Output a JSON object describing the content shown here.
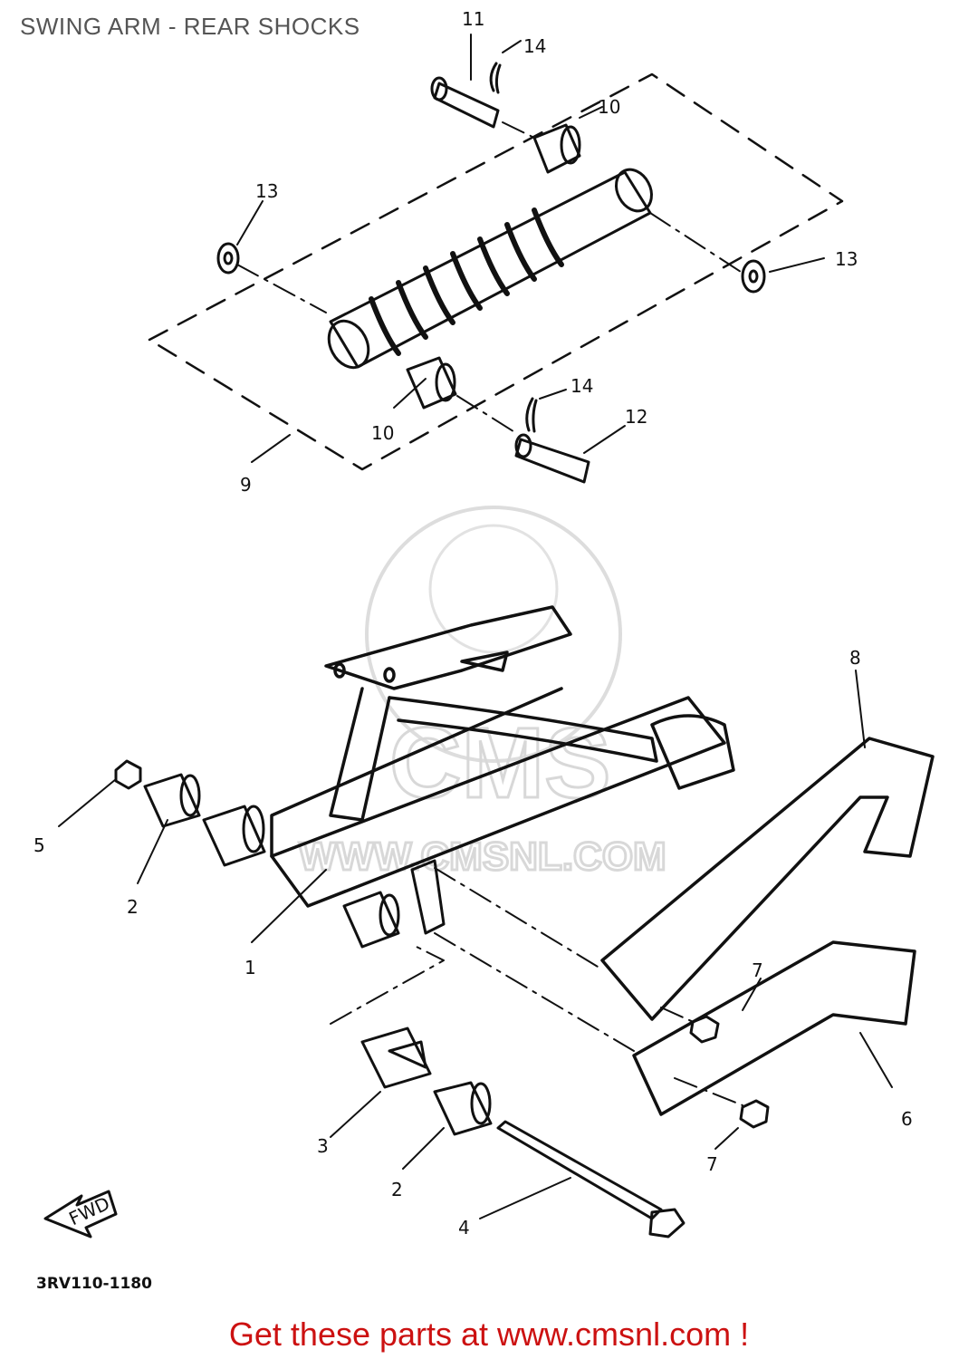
{
  "title": "SWING ARM - REAR SHOCKS",
  "diagram_code": "3RV110-1180",
  "fwd_label": "FWD",
  "watermark": {
    "logo": "CMS",
    "url": "WWW.CMSNL.COM"
  },
  "callouts": [
    "1",
    "2",
    "2",
    "3",
    "4",
    "5",
    "6",
    "7",
    "7",
    "8",
    "9",
    "10",
    "10",
    "11",
    "12",
    "13",
    "13",
    "14",
    "14"
  ],
  "footer": {
    "text": "Get these parts at www.cmsnl.com !",
    "color": "#cc1111"
  },
  "colors": {
    "line": "#111111",
    "background": "#ffffff"
  }
}
